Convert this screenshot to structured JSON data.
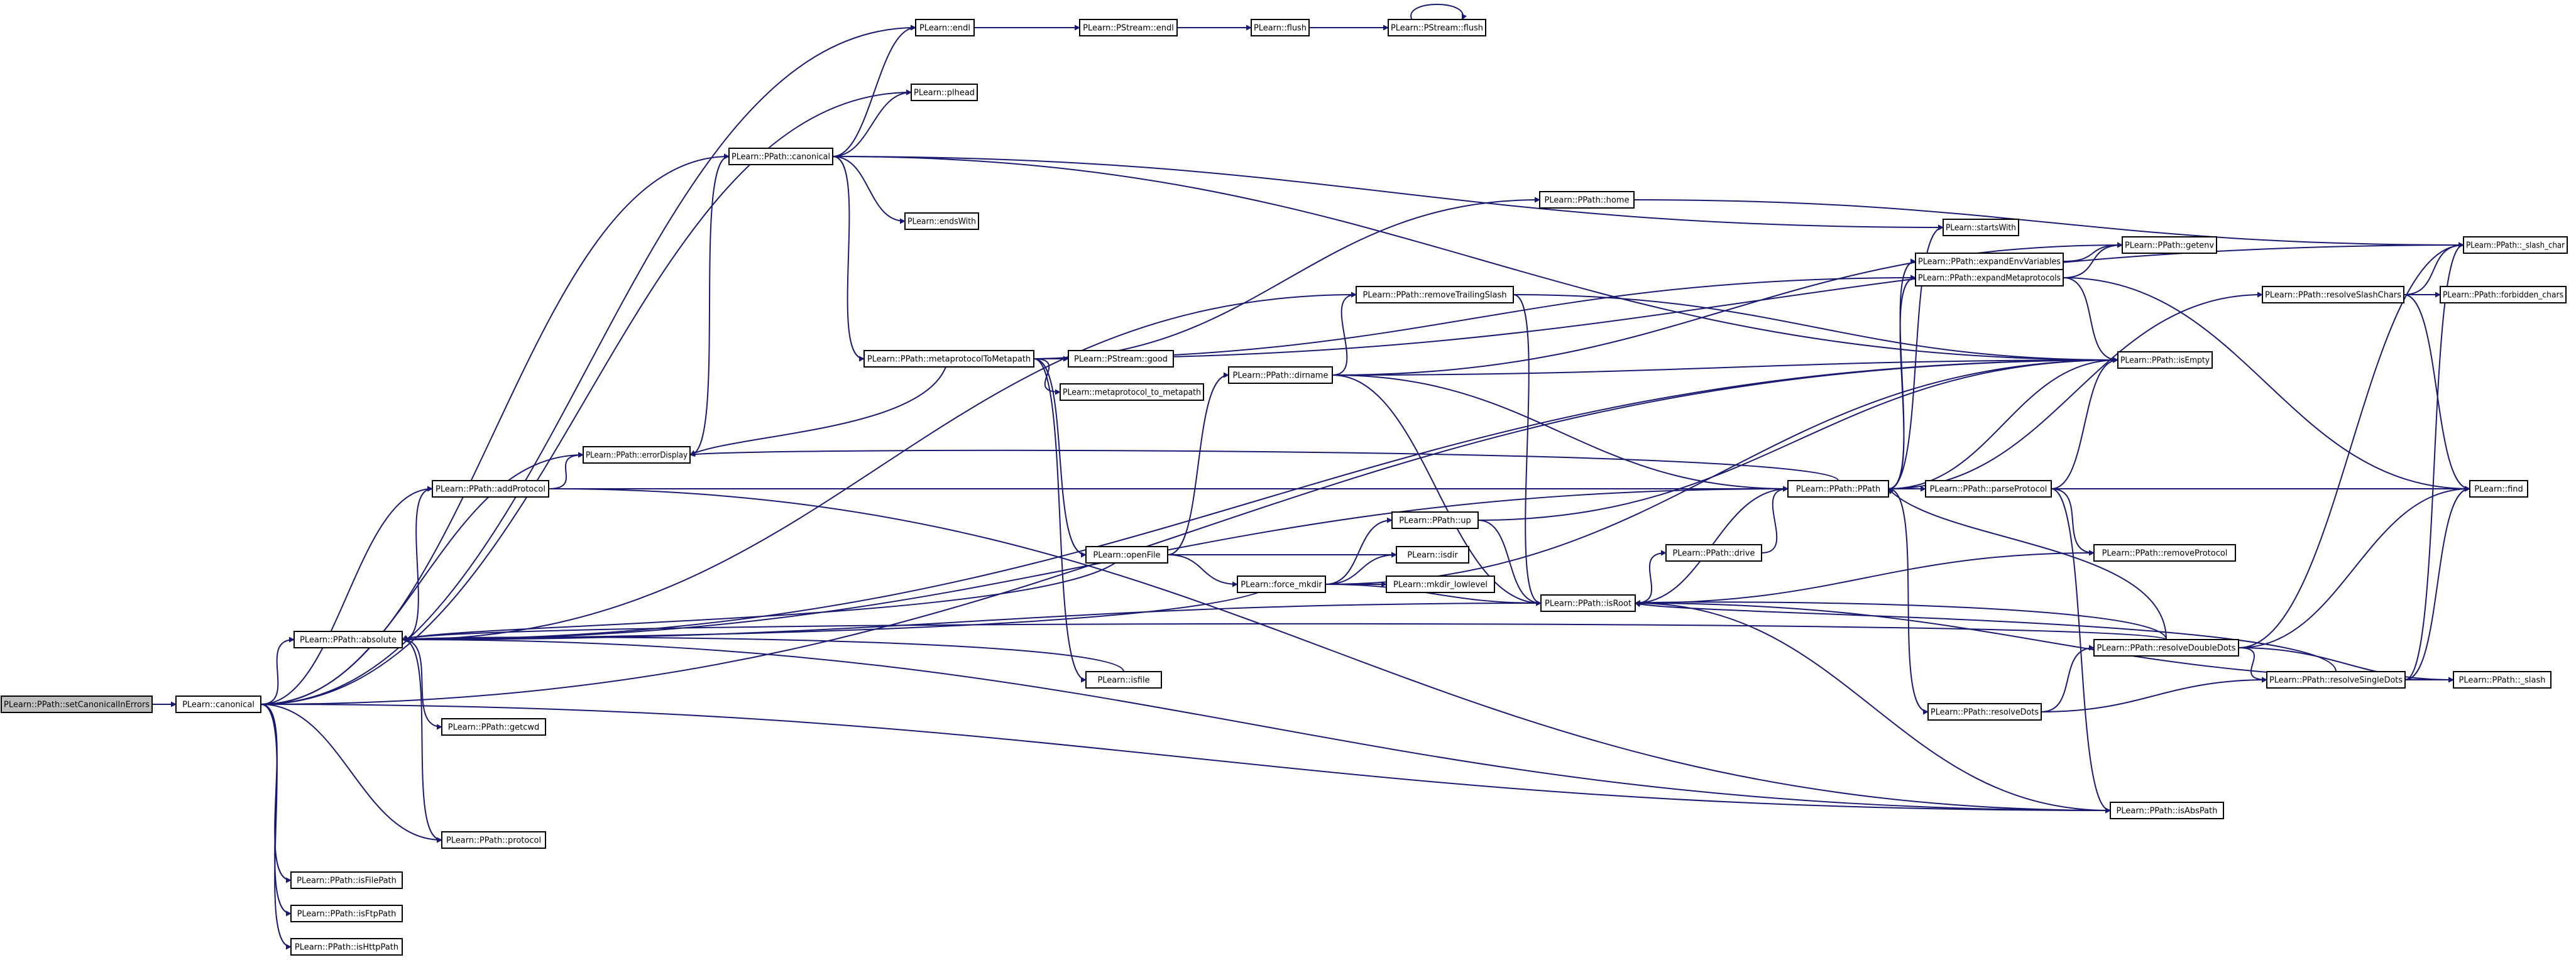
{
  "graph": {
    "title": "",
    "edge_color": "#191970",
    "root_fill": "#bfbfbf",
    "nodes": [
      {
        "id": "setCanonicalInErrors",
        "label": "PLearn::PPath::setCanonicalInErrors",
        "root": true
      },
      {
        "id": "canonical",
        "label": "PLearn::canonical"
      },
      {
        "id": "endl",
        "label": "PLearn::endl"
      },
      {
        "id": "pstream_endl",
        "label": "PLearn::PStream::endl"
      },
      {
        "id": "flush",
        "label": "PLearn::flush"
      },
      {
        "id": "pstream_flush",
        "label": "PLearn::PStream::flush"
      },
      {
        "id": "plhead",
        "label": "PLearn::plhead"
      },
      {
        "id": "ppath_canonical",
        "label": "PLearn::PPath::canonical"
      },
      {
        "id": "endsWith",
        "label": "PLearn::endsWith"
      },
      {
        "id": "home",
        "label": "PLearn::PPath::home"
      },
      {
        "id": "startsWith",
        "label": "PLearn::startsWith"
      },
      {
        "id": "getenv",
        "label": "PLearn::PPath::getenv"
      },
      {
        "id": "slash_char",
        "label": "PLearn::PPath::_slash_char"
      },
      {
        "id": "expandEnvVariables",
        "label": "PLearn::PPath::expandEnvVariables"
      },
      {
        "id": "expandMetaprotocols",
        "label": "PLearn::PPath::expandMetaprotocols"
      },
      {
        "id": "removeTrailingSlash",
        "label": "PLearn::PPath::removeTrailingSlash"
      },
      {
        "id": "resolveSlashChars",
        "label": "PLearn::PPath::resolveSlashChars"
      },
      {
        "id": "forbidden_chars",
        "label": "PLearn::PPath::forbidden_chars"
      },
      {
        "id": "metaprotocolToMetapath",
        "label": "PLearn::PPath::metaprotocolToMetapath"
      },
      {
        "id": "pstream_good",
        "label": "PLearn::PStream::good"
      },
      {
        "id": "metaprotocol_to_metapath",
        "label": "PLearn::metaprotocol_to_metapath"
      },
      {
        "id": "dirname",
        "label": "PLearn::PPath::dirname"
      },
      {
        "id": "isEmpty",
        "label": "PLearn::PPath::isEmpty"
      },
      {
        "id": "errorDisplay",
        "label": "PLearn::PPath::errorDisplay"
      },
      {
        "id": "addProtocol",
        "label": "PLearn::PPath::addProtocol"
      },
      {
        "id": "ppath_ctor",
        "label": "PLearn::PPath::PPath"
      },
      {
        "id": "parseProtocol",
        "label": "PLearn::PPath::parseProtocol"
      },
      {
        "id": "find",
        "label": "PLearn::find"
      },
      {
        "id": "up",
        "label": "PLearn::PPath::up"
      },
      {
        "id": "openFile",
        "label": "PLearn::openFile"
      },
      {
        "id": "isdir",
        "label": "PLearn::isdir"
      },
      {
        "id": "removeProtocol",
        "label": "PLearn::PPath::removeProtocol"
      },
      {
        "id": "drive",
        "label": "PLearn::PPath::drive"
      },
      {
        "id": "force_mkdir",
        "label": "PLearn::force_mkdir"
      },
      {
        "id": "mkdir_lowlevel",
        "label": "PLearn::mkdir_lowlevel"
      },
      {
        "id": "isRoot",
        "label": "PLearn::PPath::isRoot"
      },
      {
        "id": "absolute",
        "label": "PLearn::PPath::absolute"
      },
      {
        "id": "resolveDoubleDots",
        "label": "PLearn::PPath::resolveDoubleDots"
      },
      {
        "id": "resolveSingleDots",
        "label": "PLearn::PPath::resolveSingleDots"
      },
      {
        "id": "slash",
        "label": "PLearn::PPath::_slash"
      },
      {
        "id": "isfile",
        "label": "PLearn::isfile"
      },
      {
        "id": "resolveDots",
        "label": "PLearn::PPath::resolveDots"
      },
      {
        "id": "getcwd",
        "label": "PLearn::PPath::getcwd"
      },
      {
        "id": "isAbsPath",
        "label": "PLearn::PPath::isAbsPath"
      },
      {
        "id": "protocol",
        "label": "PLearn::PPath::protocol"
      },
      {
        "id": "isFilePath",
        "label": "PLearn::PPath::isFilePath"
      },
      {
        "id": "isFtpPath",
        "label": "PLearn::PPath::isFtpPath"
      },
      {
        "id": "isHttpPath",
        "label": "PLearn::PPath::isHttpPath"
      }
    ],
    "edges": [
      [
        "setCanonicalInErrors",
        "canonical"
      ],
      [
        "canonical",
        "endl"
      ],
      [
        "canonical",
        "plhead"
      ],
      [
        "canonical",
        "ppath_canonical"
      ],
      [
        "canonical",
        "absolute"
      ],
      [
        "canonical",
        "addProtocol"
      ],
      [
        "canonical",
        "errorDisplay"
      ],
      [
        "canonical",
        "isEmpty"
      ],
      [
        "canonical",
        "protocol"
      ],
      [
        "canonical",
        "isAbsPath"
      ],
      [
        "canonical",
        "isFilePath"
      ],
      [
        "canonical",
        "isFtpPath"
      ],
      [
        "canonical",
        "isHttpPath"
      ],
      [
        "endl",
        "pstream_endl"
      ],
      [
        "pstream_endl",
        "flush"
      ],
      [
        "flush",
        "pstream_flush"
      ],
      [
        "pstream_flush",
        "pstream_flush"
      ],
      [
        "ppath_canonical",
        "endl"
      ],
      [
        "ppath_canonical",
        "plhead"
      ],
      [
        "ppath_canonical",
        "endsWith"
      ],
      [
        "ppath_canonical",
        "startsWith"
      ],
      [
        "ppath_canonical",
        "isEmpty"
      ],
      [
        "ppath_canonical",
        "metaprotocolToMetapath"
      ],
      [
        "metaprotocolToMetapath",
        "home"
      ],
      [
        "metaprotocolToMetapath",
        "slash_char"
      ],
      [
        "metaprotocolToMetapath",
        "expandMetaprotocols"
      ],
      [
        "metaprotocolToMetapath",
        "pstream_good"
      ],
      [
        "metaprotocolToMetapath",
        "metaprotocol_to_metapath"
      ],
      [
        "metaprotocolToMetapath",
        "errorDisplay"
      ],
      [
        "metaprotocolToMetapath",
        "openFile"
      ],
      [
        "metaprotocolToMetapath",
        "isfile"
      ],
      [
        "home",
        "slash_char"
      ],
      [
        "expandEnvVariables",
        "getenv"
      ],
      [
        "expandMetaprotocols",
        "getenv"
      ],
      [
        "expandMetaprotocols",
        "isEmpty"
      ],
      [
        "expandMetaprotocols",
        "find"
      ],
      [
        "removeTrailingSlash",
        "isEmpty"
      ],
      [
        "removeTrailingSlash",
        "isRoot"
      ],
      [
        "resolveSlashChars",
        "slash_char"
      ],
      [
        "resolveSlashChars",
        "forbidden_chars"
      ],
      [
        "resolveSlashChars",
        "find"
      ],
      [
        "dirname",
        "removeTrailingSlash"
      ],
      [
        "dirname",
        "getenv"
      ],
      [
        "dirname",
        "isEmpty"
      ],
      [
        "dirname",
        "ppath_ctor"
      ],
      [
        "dirname",
        "isRoot"
      ],
      [
        "errorDisplay",
        "ppath_canonical"
      ],
      [
        "addProtocol",
        "errorDisplay"
      ],
      [
        "addProtocol",
        "ppath_ctor"
      ],
      [
        "addProtocol",
        "isAbsPath"
      ],
      [
        "ppath_ctor",
        "startsWith"
      ],
      [
        "ppath_ctor",
        "expandEnvVariables"
      ],
      [
        "ppath_ctor",
        "expandMetaprotocols"
      ],
      [
        "ppath_ctor",
        "isEmpty"
      ],
      [
        "ppath_ctor",
        "resolveSlashChars"
      ],
      [
        "ppath_ctor",
        "parseProtocol"
      ],
      [
        "ppath_ctor",
        "resolveDots"
      ],
      [
        "ppath_ctor",
        "errorDisplay"
      ],
      [
        "parseProtocol",
        "isEmpty"
      ],
      [
        "parseProtocol",
        "find"
      ],
      [
        "parseProtocol",
        "removeProtocol"
      ],
      [
        "parseProtocol",
        "isAbsPath"
      ],
      [
        "up",
        "isEmpty"
      ],
      [
        "up",
        "isRoot"
      ],
      [
        "openFile",
        "dirname"
      ],
      [
        "openFile",
        "isdir"
      ],
      [
        "openFile",
        "force_mkdir"
      ],
      [
        "openFile",
        "absolute"
      ],
      [
        "force_mkdir",
        "isdir"
      ],
      [
        "force_mkdir",
        "up"
      ],
      [
        "force_mkdir",
        "mkdir_lowlevel"
      ],
      [
        "force_mkdir",
        "isRoot"
      ],
      [
        "force_mkdir",
        "absolute"
      ],
      [
        "force_mkdir",
        "isEmpty"
      ],
      [
        "isRoot",
        "ppath_ctor"
      ],
      [
        "isRoot",
        "drive"
      ],
      [
        "isRoot",
        "removeProtocol"
      ],
      [
        "isRoot",
        "isAbsPath"
      ],
      [
        "isRoot",
        "slash"
      ],
      [
        "drive",
        "ppath_ctor"
      ],
      [
        "absolute",
        "removeTrailingSlash"
      ],
      [
        "absolute",
        "addProtocol"
      ],
      [
        "absolute",
        "isRoot"
      ],
      [
        "absolute",
        "getcwd"
      ],
      [
        "absolute",
        "protocol"
      ],
      [
        "absolute",
        "isAbsPath"
      ],
      [
        "absolute",
        "ppath_ctor"
      ],
      [
        "absolute",
        "isEmpty"
      ],
      [
        "resolveDoubleDots",
        "slash_char"
      ],
      [
        "resolveDoubleDots",
        "find"
      ],
      [
        "resolveDoubleDots",
        "slash"
      ],
      [
        "resolveDoubleDots",
        "resolveSingleDots"
      ],
      [
        "resolveDoubleDots",
        "isRoot"
      ],
      [
        "resolveDoubleDots",
        "ppath_ctor"
      ],
      [
        "resolveDoubleDots",
        "absolute"
      ],
      [
        "resolveSingleDots",
        "slash_char"
      ],
      [
        "resolveSingleDots",
        "find"
      ],
      [
        "resolveSingleDots",
        "slash"
      ],
      [
        "resolveSingleDots",
        "isRoot"
      ],
      [
        "resolveDots",
        "resolveDoubleDots"
      ],
      [
        "resolveDots",
        "resolveSingleDots"
      ],
      [
        "isfile",
        "absolute"
      ]
    ]
  }
}
